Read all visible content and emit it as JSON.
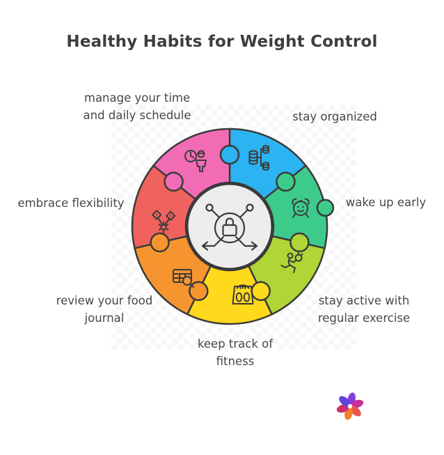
{
  "title": "Healthy Habits for Weight Control",
  "wheel": {
    "outline_color": "#3A3A3A",
    "center_fill": "#EDEDED",
    "center_icon": "lock-network-icon",
    "segments": [
      {
        "name": "organization",
        "color": "#2CB3F1",
        "icon": "data-hierarchy-icon",
        "label_lines": [
          "stay organized"
        ]
      },
      {
        "name": "wake-early",
        "color": "#3DCB8C",
        "icon": "alarm-clock-icon",
        "label_lines": [
          "wake up early"
        ]
      },
      {
        "name": "exercise",
        "color": "#AFD636",
        "icon": "runner-stopwatch-icon",
        "label_lines": [
          "stay active with",
          "regular exercise"
        ]
      },
      {
        "name": "weight-tracking",
        "color": "#FFD91C",
        "icon": "weight-scale-icon",
        "label_lines": [
          "keep track of",
          "fitness"
        ]
      },
      {
        "name": "food-review",
        "color": "#F6952F",
        "icon": "table-search-icon",
        "label_lines": [
          "review your food",
          "journal"
        ]
      },
      {
        "name": "flexibility",
        "color": "#F0625D",
        "icon": "branch-arrows-icon",
        "label_lines": [
          "embrace flexibility"
        ]
      },
      {
        "name": "time-management",
        "color": "#F26CB5",
        "icon": "person-clock-icon",
        "label_lines": [
          "manage your time",
          "and daily schedule"
        ]
      }
    ]
  },
  "text_color": "#474747",
  "logo": {
    "name": "brand-logo",
    "colors": [
      "#7A2FD6",
      "#C02090",
      "#E84A3C",
      "#F07818",
      "#CC1F60",
      "#5530D8"
    ]
  }
}
